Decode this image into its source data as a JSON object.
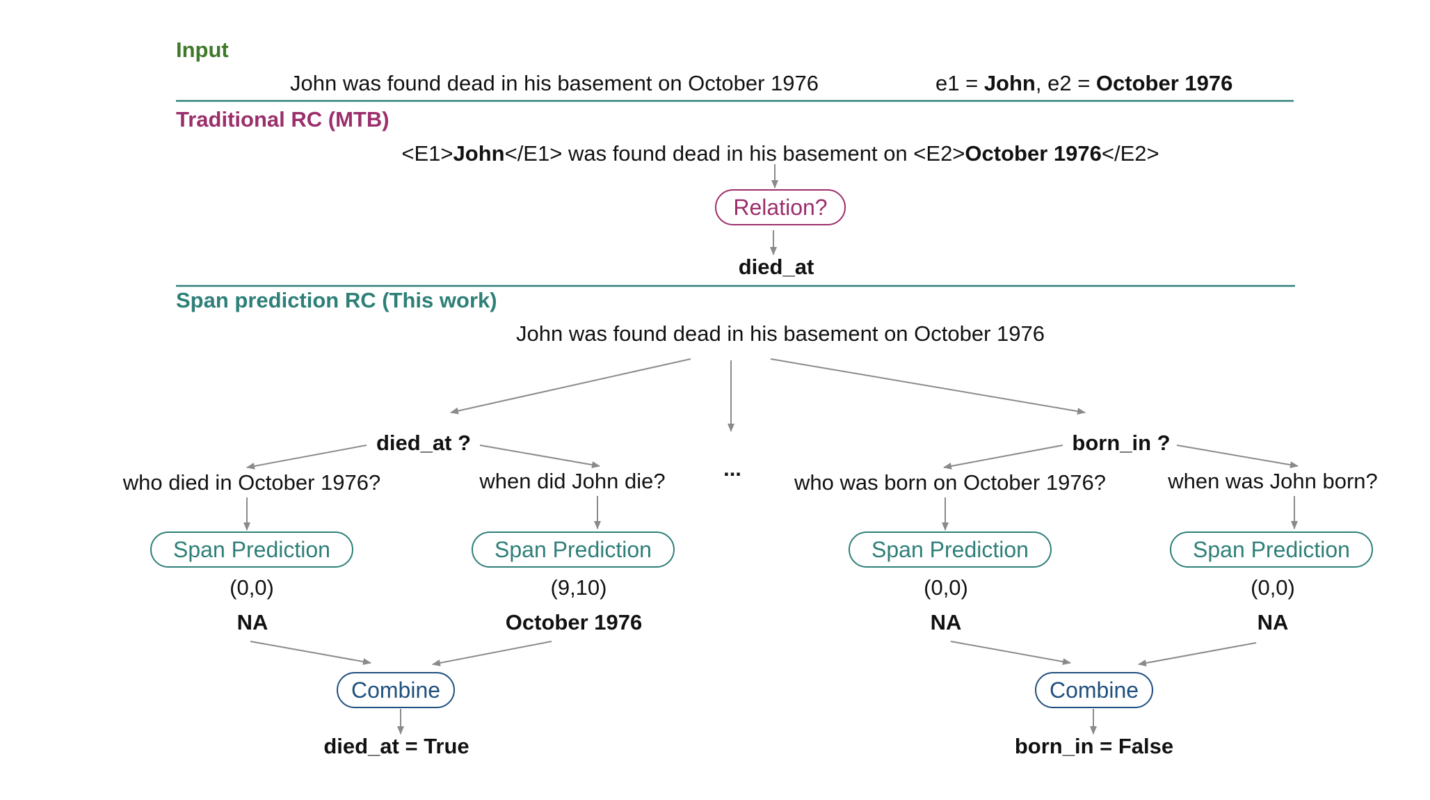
{
  "colors": {
    "input": "#3f7a2a",
    "traditional": "#9b2e6b",
    "span": "#2e7f78",
    "combine": "#1f4f7e",
    "arrow": "#8a8a8a"
  },
  "input": {
    "header": "Input",
    "sentence": "John was found dead in his basement on October 1976",
    "e1_label": "e1 = ",
    "e1_value": "John",
    "sep": ", e2 = ",
    "e2_value": "October 1976"
  },
  "traditional": {
    "header": "Traditional RC (MTB)",
    "tag_e1_open": "<E1>",
    "e1": "John",
    "tag_e1_close": "</E1>",
    "middle": " was found dead in his basement on ",
    "tag_e2_open": "<E2>",
    "e2": "October 1976",
    "tag_e2_close": "</E2>",
    "box": "Relation?",
    "output": "died_at"
  },
  "span": {
    "header": "Span prediction RC (This work)",
    "sentence": "John was found dead in his basement on October 1976",
    "ellipsis": "...",
    "relations": [
      {
        "label": "died_at ?",
        "questions": [
          {
            "text": "who died in October 1976?",
            "box": "Span Prediction",
            "span": "(0,0)",
            "answer": "NA"
          },
          {
            "text": "when did John die?",
            "box": "Span Prediction",
            "span": "(9,10)",
            "answer": "October 1976"
          }
        ],
        "combine": "Combine",
        "result": "died_at = True"
      },
      {
        "label": "born_in ?",
        "questions": [
          {
            "text": "who was born on October 1976?",
            "box": "Span Prediction",
            "span": "(0,0)",
            "answer": "NA"
          },
          {
            "text": "when was John born?",
            "box": "Span Prediction",
            "span": "(0,0)",
            "answer": "NA"
          }
        ],
        "combine": "Combine",
        "result": "born_in = False"
      }
    ]
  }
}
